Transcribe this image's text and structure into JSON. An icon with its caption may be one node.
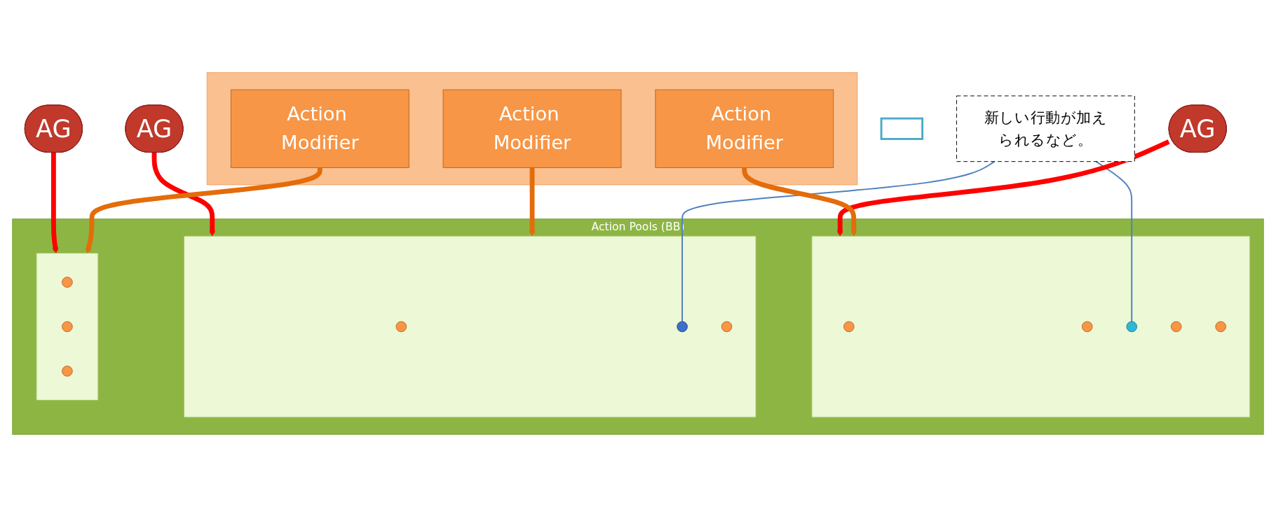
{
  "diagram": {
    "nodes": [
      {
        "text": [
          "新しい行動が加えられるなど。"
        ]
      },
      {
        "text": [
          "AG"
        ]
      },
      {
        "text": [
          "AG"
        ]
      },
      {
        "text": [
          "AG"
        ]
      },
      {
        "text": [
          "Action Pools (BB)"
        ]
      },
      {
        "text": [],
        "shape": "bar",
        "in": 4
      },
      {
        "text": [],
        "shape": "circle",
        "in": 5
      },
      {
        "text": [],
        "shape": "circle",
        "in": 5
      },
      {
        "text": [],
        "shape": "circle",
        "in": 5
      },
      {
        "text": [],
        "shape": "circle",
        "in": 5
      },
      {
        "text": [],
        "shape": "circle",
        "in": 5
      },
      {
        "text": [],
        "shape": "bar",
        "in": 4
      },
      {
        "text": [],
        "shape": "circle",
        "in": 11
      },
      {
        "text": [],
        "shape": "circle",
        "in": 11
      },
      {
        "text": [],
        "shape": "circle",
        "in": 11
      },
      {
        "text": [],
        "shape": "bar",
        "in": 4
      },
      {
        "text": [],
        "shape": "circle",
        "in": 15
      },
      {
        "text": [],
        "shape": "circle",
        "in": 15
      },
      {
        "text": [],
        "shape": "circle",
        "in": 15
      },
      {
        "text": [],
        "shape": "box"
      },
      {
        "text": [
          "Action Modifier"
        ],
        "in": 19
      },
      {
        "text": [
          "Action Modifier"
        ],
        "in": 19
      },
      {
        "text": [
          "Action Modifier"
        ],
        "in": 19
      },
      {
        "text": [],
        "shape": "box"
      }
    ],
    "edges": [
      {
        "from": 1,
        "to": 5,
        "arrow": "to"
      },
      {
        "from": 2,
        "to": 11,
        "arrow": "to"
      },
      {
        "from": 3,
        "to": 15,
        "arrow": "to"
      },
      {
        "from": 20,
        "to": 5,
        "arrow": "to",
        "color": "#e46c0a"
      },
      {
        "from": 21,
        "to": 11,
        "arrow": "to",
        "color": "#e46c0a"
      },
      {
        "from": 22,
        "to": 15,
        "arrow": "to",
        "color": "#e46c0a"
      },
      {
        "from": 0,
        "to": 8,
        "arrow": "none",
        "color": "#4f81bd"
      },
      {
        "from": 0,
        "to": 13,
        "arrow": "none",
        "color": "#4f81bd"
      }
    ]
  }
}
